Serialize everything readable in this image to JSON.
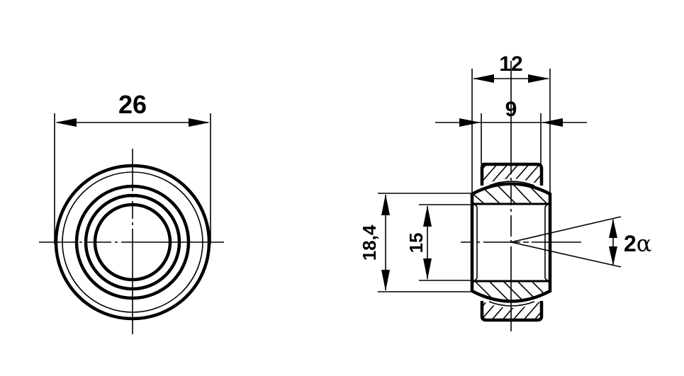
{
  "drawing": {
    "type": "spherical plain bearing technical drawing",
    "colors": {
      "line": "#000000",
      "background": "#ffffff"
    },
    "front_view": {
      "outer_diameter_label": "26"
    },
    "side_view": {
      "outer_width_label": "12",
      "inner_width_label": "9",
      "ball_diameter_label": "18,4",
      "bore_diameter_label": "15",
      "tilt_angle_label_num": "2",
      "tilt_angle_label_sym": "α"
    }
  }
}
